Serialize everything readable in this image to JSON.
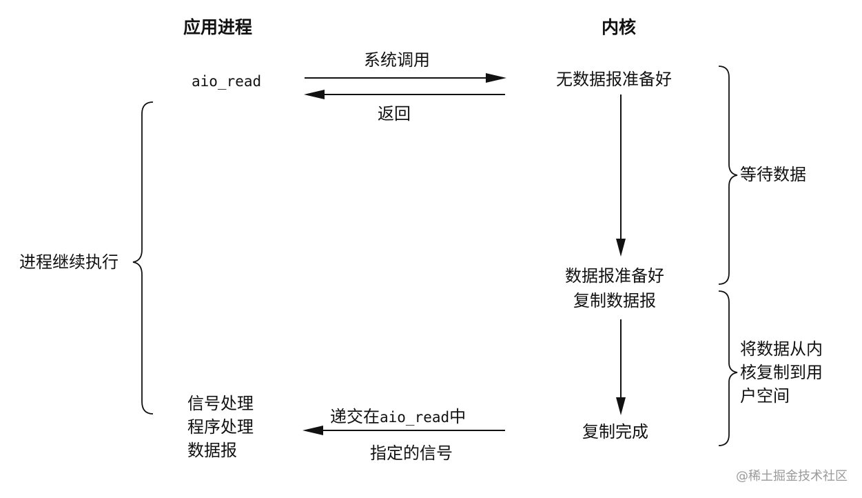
{
  "headers": {
    "app_process": "应用进程",
    "kernel": "内核"
  },
  "app": {
    "aio_read": "aio_read",
    "continue_exec": "进程继续执行",
    "signal_handler": [
      "信号处理",
      "程序处理",
      "数据报"
    ]
  },
  "arrows": {
    "syscall": "系统调用",
    "return": "返回",
    "deliver_line1_prefix": "递交在",
    "deliver_line1_mono": "aio_read",
    "deliver_line1_suffix": "中",
    "deliver_line2": "指定的信号"
  },
  "kernel": {
    "no_datagram_ready": "无数据报准备好",
    "datagram_ready": "数据报准备好",
    "copy_datagram": "复制数据报",
    "copy_complete": "复制完成"
  },
  "phases": {
    "wait_for_data": "等待数据",
    "copy_to_user": [
      "将数据从内",
      "核复制到用",
      "户空间"
    ]
  },
  "watermark": "@稀土掘金技术社区"
}
